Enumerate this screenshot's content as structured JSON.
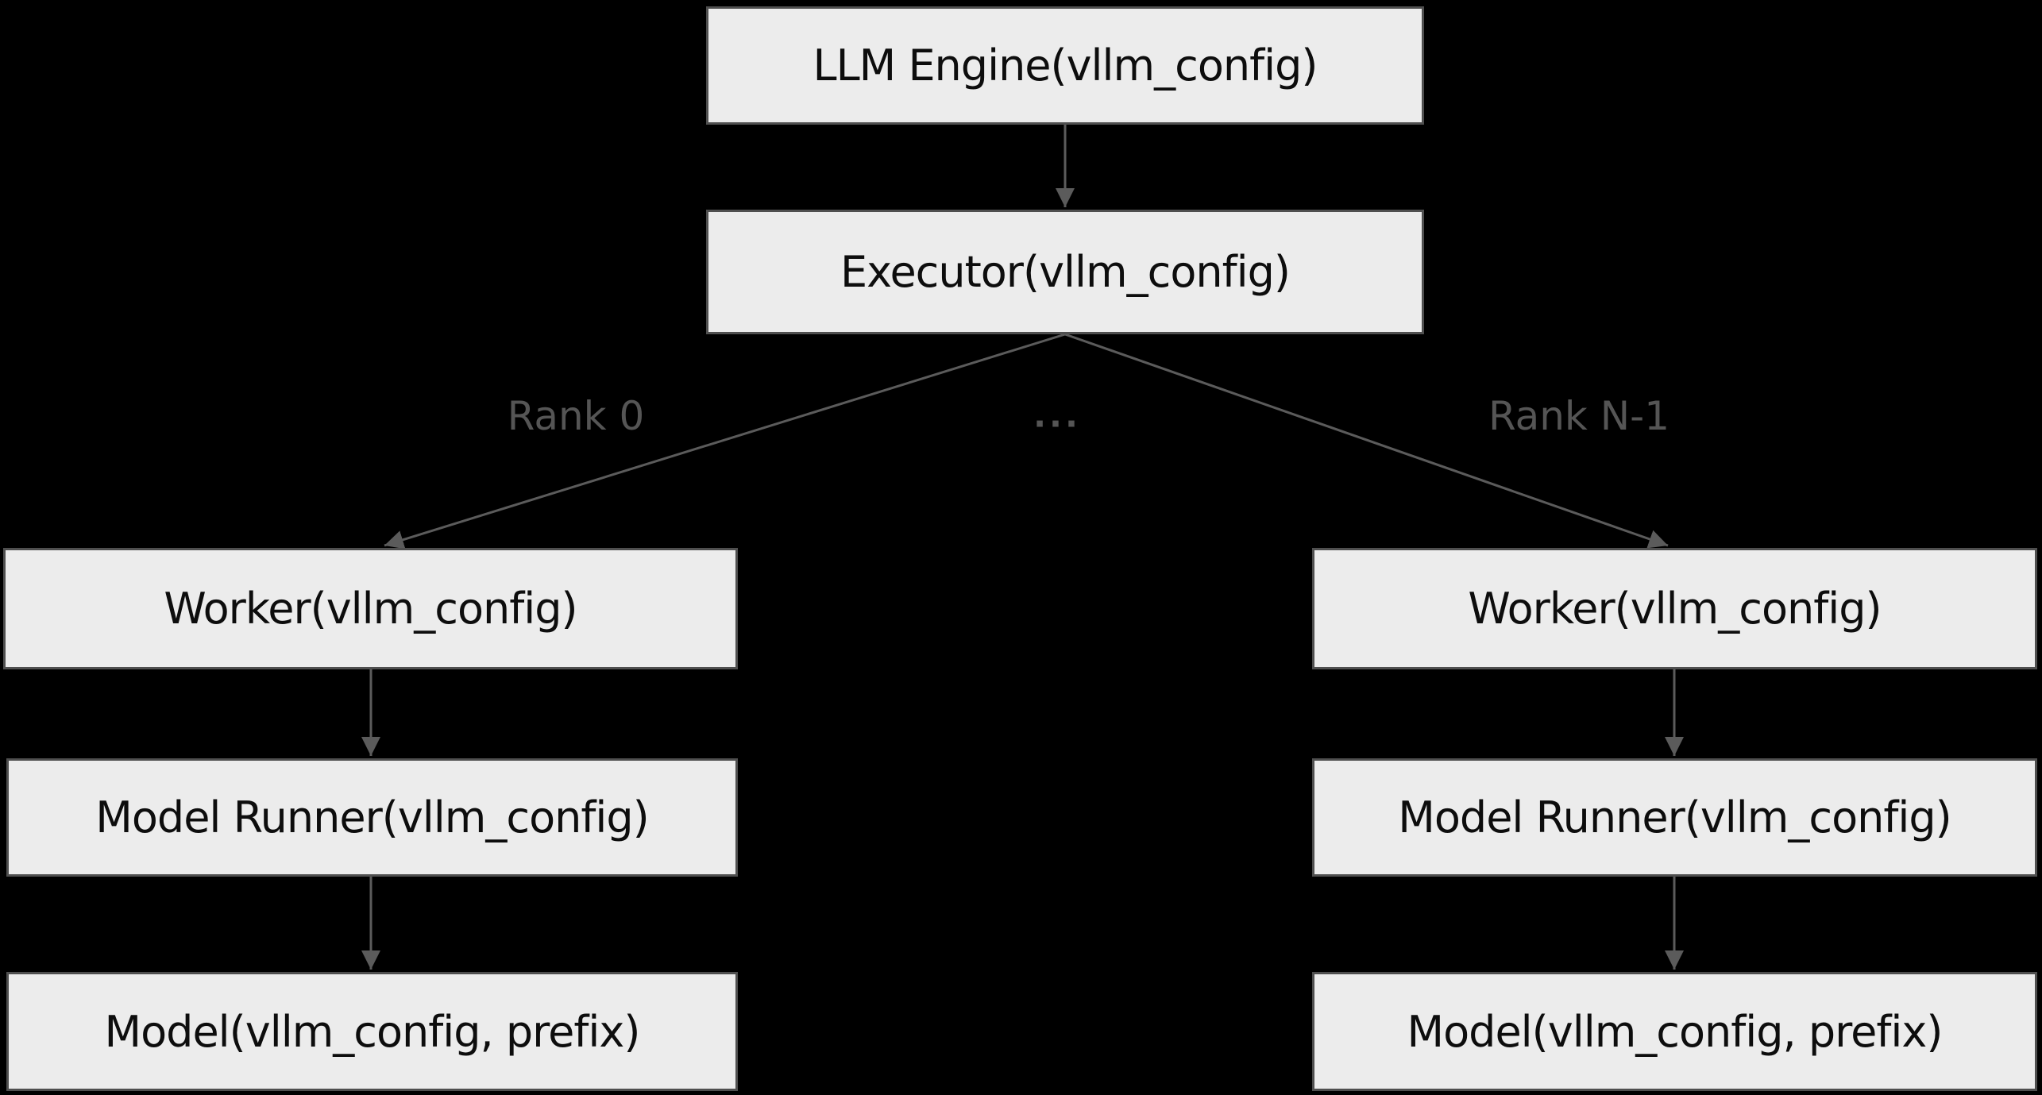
{
  "colors": {
    "background": "#000000",
    "node_fill": "#ececec",
    "node_border": "#4f4f4f",
    "node_text": "#0d0d0d",
    "edge": "#5b5b5b",
    "edge_label": "#555555"
  },
  "nodes": {
    "llm_engine": {
      "label": "LLM Engine(vllm_config)"
    },
    "executor": {
      "label": "Executor(vllm_config)"
    },
    "worker_rank0": {
      "label": "Worker(vllm_config)"
    },
    "model_runner_rank0": {
      "label": "Model Runner(vllm_config)"
    },
    "model_rank0": {
      "label": "Model(vllm_config, prefix)"
    },
    "worker_rank_n": {
      "label": "Worker(vllm_config)"
    },
    "model_runner_rank_n": {
      "label": "Model Runner(vllm_config)"
    },
    "model_rank_n": {
      "label": "Model(vllm_config, prefix)"
    }
  },
  "edge_labels": {
    "rank0": "Rank 0",
    "ellipsis": "...",
    "rank_n": "Rank N-1"
  }
}
